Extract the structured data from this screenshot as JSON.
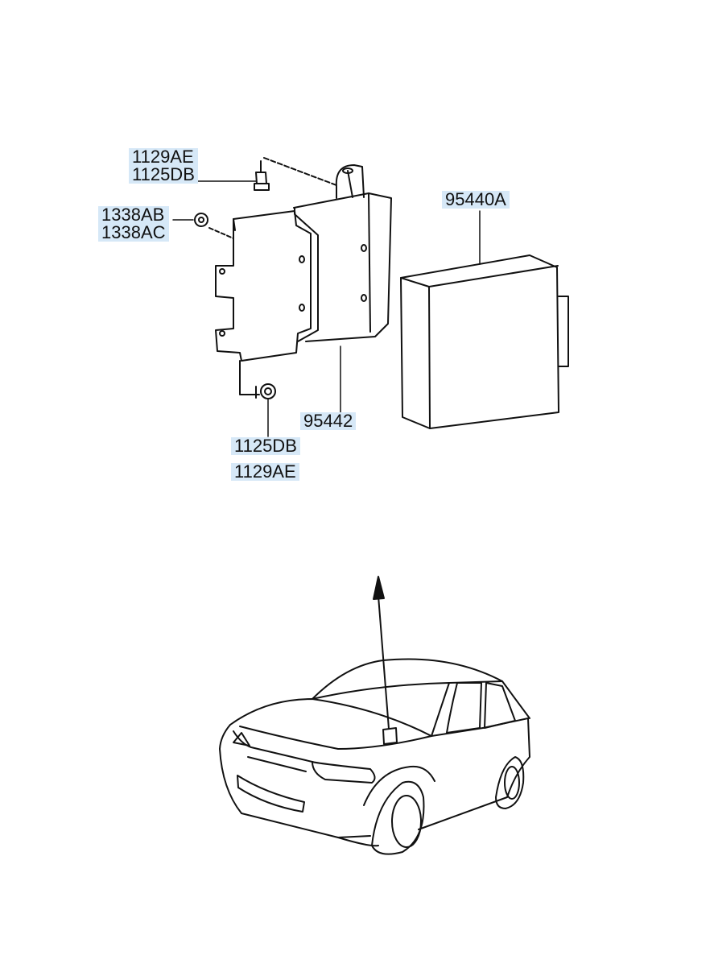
{
  "diagram": {
    "callouts": [
      {
        "id": "bolt-top",
        "parts": [
          "1129AE",
          "1125DB"
        ]
      },
      {
        "id": "nut",
        "parts": [
          "1338AB",
          "1338AC"
        ]
      },
      {
        "id": "ecu",
        "parts": [
          "95440A"
        ]
      },
      {
        "id": "bracket",
        "parts": [
          "95442"
        ]
      },
      {
        "id": "bolt-bottom-1",
        "parts": [
          "1125DB"
        ]
      },
      {
        "id": "bolt-bottom-2",
        "parts": [
          "1129AE"
        ]
      }
    ],
    "colors": {
      "label_bg": "#d6e8f7",
      "line": "#111111"
    }
  }
}
